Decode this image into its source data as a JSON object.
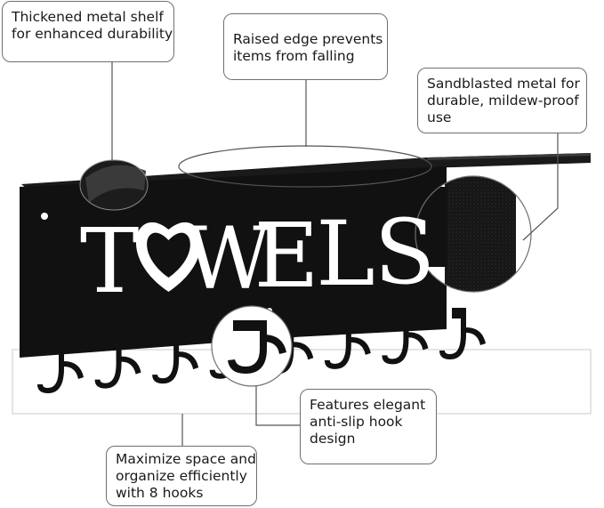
{
  "product": {
    "cutout_word": "TOWELS",
    "hook_count": 8,
    "metal_color": "#111111"
  },
  "callouts": {
    "shelf": {
      "lines": [
        "Thickened metal shelf",
        "for enhanced durability"
      ]
    },
    "edge": {
      "lines": [
        "Raised edge prevents",
        "items from falling"
      ]
    },
    "sandblasted": {
      "lines": [
        "Sandblasted metal for",
        "durable, mildew-proof",
        "use"
      ]
    },
    "hook": {
      "lines": [
        "Features elegant",
        "anti-slip hook",
        "design"
      ]
    },
    "space": {
      "lines": [
        "Maximize space and",
        "organize efficiently",
        "with 8 hooks"
      ]
    }
  }
}
